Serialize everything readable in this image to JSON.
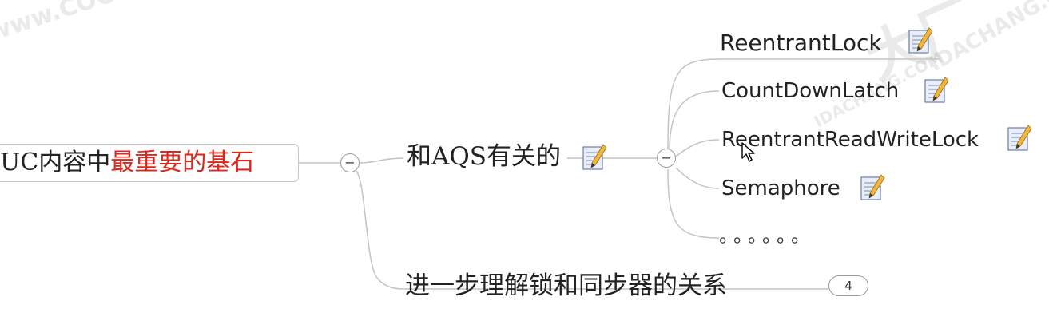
{
  "watermarks": [
    "www.COCO.COM",
    "大厂",
    "IDACHANG.COM",
    "IDACHANG.COM"
  ],
  "root": {
    "text_plain": "UC内容中",
    "text_highlight": "最重要的基石",
    "highlight_color": "#e0251b"
  },
  "branches": [
    {
      "label": "和AQS有关的",
      "has_note": true,
      "collapse_symbol": "−"
    },
    {
      "label": "进一步理解锁和同步器的关系",
      "collapsed_child_count": "4"
    }
  ],
  "aqs_children": [
    {
      "label": "ReentrantLock",
      "has_note": true
    },
    {
      "label": "CountDownLatch",
      "has_note": true
    },
    {
      "label": "ReentrantReadWriteLock",
      "has_note": true
    },
    {
      "label": "Semaphore",
      "has_note": true
    },
    {
      "label": "。。。。。。",
      "has_note": false
    }
  ],
  "root_collapse_symbol": "−",
  "colors": {
    "connector": "#bdbdbd",
    "highlight": "#e0251b"
  },
  "icons": [
    "note-icon",
    "collapse-icon",
    "cursor-icon"
  ]
}
